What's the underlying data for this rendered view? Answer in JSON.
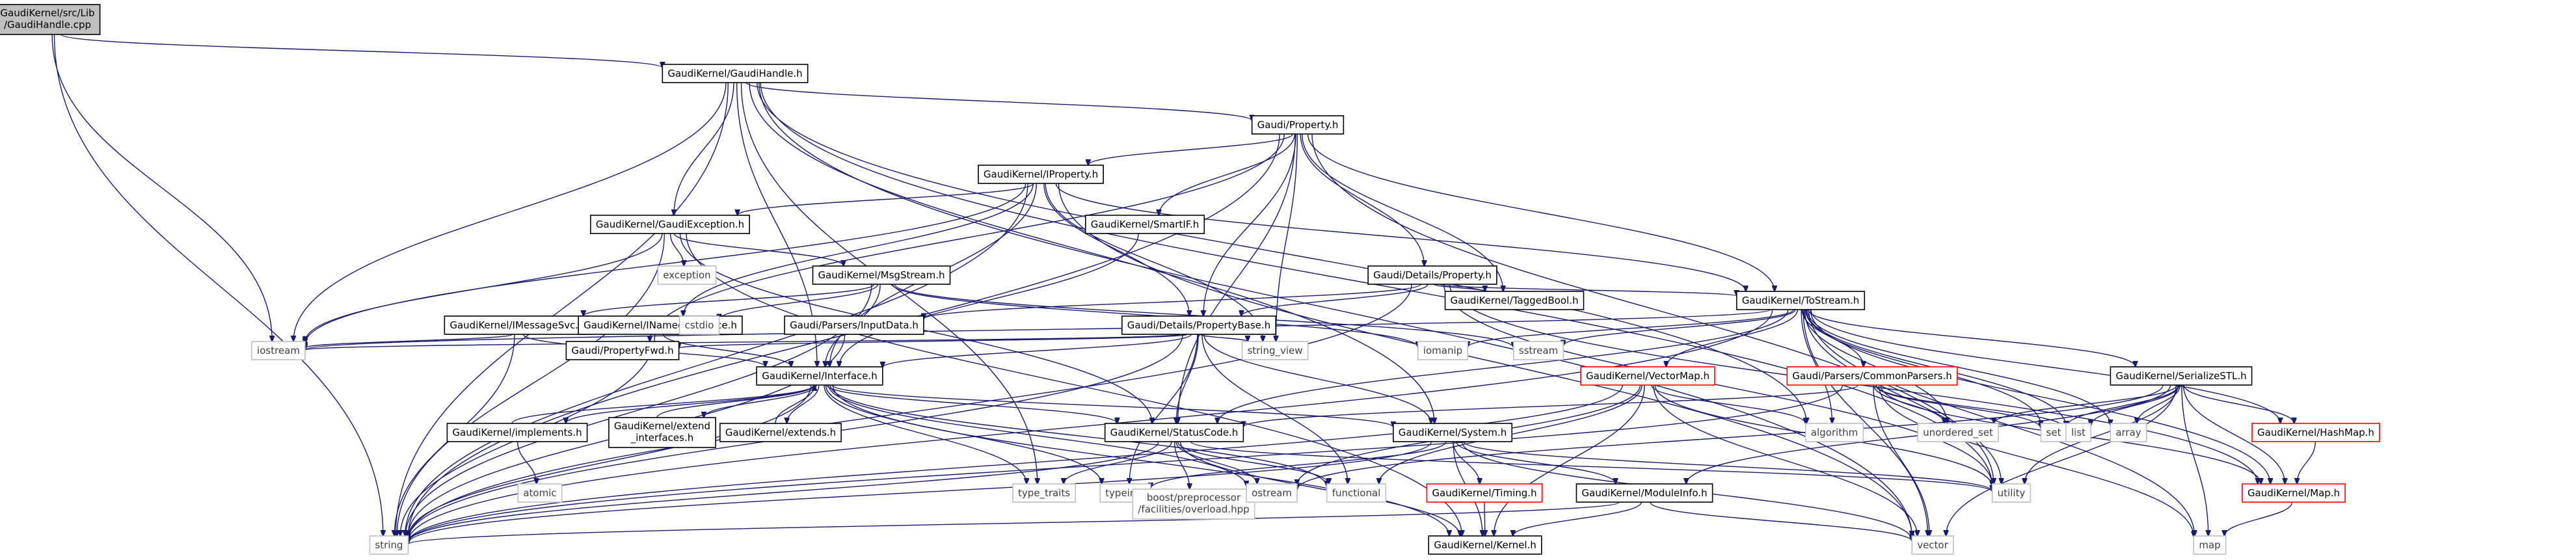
{
  "colors": {
    "node_border": "#000000",
    "node_fill": "#ffffff",
    "root_fill": "#bfbfbf",
    "system_border": "#bfbfbf",
    "system_text": "#3f3f3f",
    "missing_border": "#ff0000",
    "edge": "#191970"
  },
  "nodes": [
    {
      "id": "root",
      "lines": [
        "GaudiKernel/src/Lib",
        "/GaudiHandle.cpp"
      ],
      "kind": "root"
    },
    {
      "id": "gaudihandle",
      "lines": [
        "GaudiKernel/GaudiHandle.h"
      ],
      "kind": "normal"
    },
    {
      "id": "property",
      "lines": [
        "Gaudi/Property.h"
      ],
      "kind": "normal"
    },
    {
      "id": "iproperty",
      "lines": [
        "GaudiKernel/IProperty.h"
      ],
      "kind": "normal"
    },
    {
      "id": "gaudiexception",
      "lines": [
        "GaudiKernel/GaudiException.h"
      ],
      "kind": "normal"
    },
    {
      "id": "smartif",
      "lines": [
        "GaudiKernel/SmartIF.h"
      ],
      "kind": "normal"
    },
    {
      "id": "detailsproperty",
      "lines": [
        "Gaudi/Details/Property.h"
      ],
      "kind": "normal"
    },
    {
      "id": "msgstream",
      "lines": [
        "GaudiKernel/MsgStream.h"
      ],
      "kind": "normal"
    },
    {
      "id": "taggedbool",
      "lines": [
        "GaudiKernel/TaggedBool.h"
      ],
      "kind": "normal"
    },
    {
      "id": "tostream",
      "lines": [
        "GaudiKernel/ToStream.h"
      ],
      "kind": "normal"
    },
    {
      "id": "imessagesvc",
      "lines": [
        "GaudiKernel/IMessageSvc.h"
      ],
      "kind": "normal"
    },
    {
      "id": "inamedinterface",
      "lines": [
        "GaudiKernel/INamedInterface.h"
      ],
      "kind": "normal"
    },
    {
      "id": "inputdata",
      "lines": [
        "Gaudi/Parsers/InputData.h"
      ],
      "kind": "normal"
    },
    {
      "id": "propertybase",
      "lines": [
        "Gaudi/Details/PropertyBase.h"
      ],
      "kind": "normal"
    },
    {
      "id": "propertyfwd",
      "lines": [
        "Gaudi/PropertyFwd.h"
      ],
      "kind": "normal"
    },
    {
      "id": "interface",
      "lines": [
        "GaudiKernel/Interface.h"
      ],
      "kind": "normal"
    },
    {
      "id": "vectormap",
      "lines": [
        "GaudiKernel/VectorMap.h"
      ],
      "kind": "missing"
    },
    {
      "id": "commonparsers",
      "lines": [
        "Gaudi/Parsers/CommonParsers.h"
      ],
      "kind": "missing"
    },
    {
      "id": "serializestl",
      "lines": [
        "GaudiKernel/SerializeSTL.h"
      ],
      "kind": "normal"
    },
    {
      "id": "implements",
      "lines": [
        "GaudiKernel/implements.h"
      ],
      "kind": "normal"
    },
    {
      "id": "extend_interfaces",
      "lines": [
        "GaudiKernel/extend",
        "_interfaces.h"
      ],
      "kind": "normal"
    },
    {
      "id": "extends",
      "lines": [
        "GaudiKernel/extends.h"
      ],
      "kind": "normal"
    },
    {
      "id": "statuscode",
      "lines": [
        "GaudiKernel/StatusCode.h"
      ],
      "kind": "normal"
    },
    {
      "id": "system",
      "lines": [
        "GaudiKernel/System.h"
      ],
      "kind": "normal"
    },
    {
      "id": "hashmap",
      "lines": [
        "GaudiKernel/HashMap.h"
      ],
      "kind": "missing"
    },
    {
      "id": "timing",
      "lines": [
        "GaudiKernel/Timing.h"
      ],
      "kind": "missing"
    },
    {
      "id": "moduleinfo",
      "lines": [
        "GaudiKernel/ModuleInfo.h"
      ],
      "kind": "normal"
    },
    {
      "id": "gkmap",
      "lines": [
        "GaudiKernel/Map.h"
      ],
      "kind": "missing"
    },
    {
      "id": "kernel",
      "lines": [
        "GaudiKernel/Kernel.h"
      ],
      "kind": "normal"
    },
    {
      "id": "exception",
      "lines": [
        "exception"
      ],
      "kind": "system"
    },
    {
      "id": "cstdio",
      "lines": [
        "cstdio"
      ],
      "kind": "system"
    },
    {
      "id": "iostream",
      "lines": [
        "iostream"
      ],
      "kind": "system"
    },
    {
      "id": "string_view",
      "lines": [
        "string_view"
      ],
      "kind": "system"
    },
    {
      "id": "iomanip",
      "lines": [
        "iomanip"
      ],
      "kind": "system"
    },
    {
      "id": "sstream",
      "lines": [
        "sstream"
      ],
      "kind": "system"
    },
    {
      "id": "set",
      "lines": [
        "set"
      ],
      "kind": "system"
    },
    {
      "id": "algorithm",
      "lines": [
        "algorithm"
      ],
      "kind": "system"
    },
    {
      "id": "unordered_set",
      "lines": [
        "unordered_set"
      ],
      "kind": "system"
    },
    {
      "id": "list",
      "lines": [
        "list"
      ],
      "kind": "system"
    },
    {
      "id": "array",
      "lines": [
        "array"
      ],
      "kind": "system"
    },
    {
      "id": "atomic",
      "lines": [
        "atomic"
      ],
      "kind": "system"
    },
    {
      "id": "type_traits",
      "lines": [
        "type_traits"
      ],
      "kind": "system"
    },
    {
      "id": "typeinfo",
      "lines": [
        "typeinfo"
      ],
      "kind": "system"
    },
    {
      "id": "boostpp",
      "lines": [
        "boost/preprocessor",
        "/facilities/overload.hpp"
      ],
      "kind": "system"
    },
    {
      "id": "ostream",
      "lines": [
        "ostream"
      ],
      "kind": "system"
    },
    {
      "id": "functional",
      "lines": [
        "functional"
      ],
      "kind": "system"
    },
    {
      "id": "utility",
      "lines": [
        "utility"
      ],
      "kind": "system"
    },
    {
      "id": "vector",
      "lines": [
        "vector"
      ],
      "kind": "system"
    },
    {
      "id": "map",
      "lines": [
        "map"
      ],
      "kind": "system"
    },
    {
      "id": "string",
      "lines": [
        "string"
      ],
      "kind": "system"
    }
  ],
  "edges": [
    [
      "root",
      "gaudihandle"
    ],
    [
      "root",
      "iostream"
    ],
    [
      "root",
      "string"
    ],
    [
      "gaudihandle",
      "property"
    ],
    [
      "gaudihandle",
      "gaudiexception"
    ],
    [
      "gaudihandle",
      "interface"
    ],
    [
      "gaudihandle",
      "iostream"
    ],
    [
      "gaudihandle",
      "string"
    ],
    [
      "gaudihandle",
      "type_traits"
    ],
    [
      "gaudihandle",
      "vector"
    ],
    [
      "gaudihandle",
      "utility"
    ],
    [
      "gaudihandle",
      "algorithm"
    ],
    [
      "gaudihandle",
      "system"
    ],
    [
      "property",
      "iproperty"
    ],
    [
      "property",
      "smartif"
    ],
    [
      "property",
      "detailsproperty"
    ],
    [
      "property",
      "propertybase"
    ],
    [
      "property",
      "taggedbool"
    ],
    [
      "property",
      "tostream"
    ],
    [
      "property",
      "propertyfwd"
    ],
    [
      "property",
      "string"
    ],
    [
      "property",
      "string_view"
    ],
    [
      "property",
      "utility"
    ],
    [
      "property",
      "statuscode"
    ],
    [
      "iproperty",
      "gaudiexception"
    ],
    [
      "iproperty",
      "inamedinterface"
    ],
    [
      "iproperty",
      "interface"
    ],
    [
      "iproperty",
      "propertybase"
    ],
    [
      "iproperty",
      "tostream"
    ],
    [
      "iproperty",
      "iostream"
    ],
    [
      "iproperty",
      "string"
    ],
    [
      "iproperty",
      "string_view"
    ],
    [
      "iproperty",
      "vector"
    ],
    [
      "gaudiexception",
      "exception"
    ],
    [
      "gaudiexception",
      "msgstream"
    ],
    [
      "gaudiexception",
      "statuscode"
    ],
    [
      "gaudiexception",
      "iostream"
    ],
    [
      "gaudiexception",
      "string"
    ],
    [
      "gaudiexception",
      "kernel"
    ],
    [
      "smartif",
      "interface"
    ],
    [
      "detailsproperty",
      "inputdata"
    ],
    [
      "detailsproperty",
      "propertybase"
    ],
    [
      "detailsproperty",
      "taggedbool"
    ],
    [
      "detailsproperty",
      "tostream"
    ],
    [
      "detailsproperty",
      "string"
    ],
    [
      "detailsproperty",
      "utility"
    ],
    [
      "detailsproperty",
      "gkmap"
    ],
    [
      "msgstream",
      "cstdio"
    ],
    [
      "msgstream",
      "imessagesvc"
    ],
    [
      "msgstream",
      "interface"
    ],
    [
      "msgstream",
      "iomanip"
    ],
    [
      "msgstream",
      "sstream"
    ],
    [
      "msgstream",
      "string"
    ],
    [
      "imessagesvc",
      "interface"
    ],
    [
      "imessagesvc",
      "iostream"
    ],
    [
      "imessagesvc",
      "string"
    ],
    [
      "inamedinterface",
      "interface"
    ],
    [
      "inamedinterface",
      "string"
    ],
    [
      "inputdata",
      "string"
    ],
    [
      "propertybase",
      "propertyfwd"
    ],
    [
      "propertybase",
      "interface"
    ],
    [
      "propertybase",
      "statuscode"
    ],
    [
      "propertybase",
      "system"
    ],
    [
      "propertybase",
      "string_view"
    ],
    [
      "propertybase",
      "string"
    ],
    [
      "propertybase",
      "typeinfo"
    ],
    [
      "propertybase",
      "functional"
    ],
    [
      "propertybase",
      "iostream"
    ],
    [
      "tostream",
      "iomanip"
    ],
    [
      "tostream",
      "sstream"
    ],
    [
      "tostream",
      "vectormap"
    ],
    [
      "tostream",
      "commonparsers"
    ],
    [
      "tostream",
      "serializestl"
    ],
    [
      "tostream",
      "set"
    ],
    [
      "tostream",
      "algorithm"
    ],
    [
      "tostream",
      "unordered_set"
    ],
    [
      "tostream",
      "list"
    ],
    [
      "tostream",
      "array"
    ],
    [
      "tostream",
      "utility"
    ],
    [
      "tostream",
      "vector"
    ],
    [
      "tostream",
      "map"
    ],
    [
      "tostream",
      "hashmap"
    ],
    [
      "tostream",
      "gkmap"
    ],
    [
      "tostream",
      "string"
    ],
    [
      "tostream",
      "iostream"
    ],
    [
      "tostream",
      "statuscode"
    ],
    [
      "vectormap",
      "utility"
    ],
    [
      "vectormap",
      "vector"
    ],
    [
      "vectormap",
      "algorithm"
    ],
    [
      "vectormap",
      "functional"
    ],
    [
      "vectormap",
      "ostream"
    ],
    [
      "vectormap",
      "kernel"
    ],
    [
      "vectormap",
      "string"
    ],
    [
      "commonparsers",
      "set"
    ],
    [
      "commonparsers",
      "unordered_set"
    ],
    [
      "commonparsers",
      "list"
    ],
    [
      "commonparsers",
      "vector"
    ],
    [
      "commonparsers",
      "map"
    ],
    [
      "commonparsers",
      "gkmap"
    ],
    [
      "commonparsers",
      "statuscode"
    ],
    [
      "commonparsers",
      "string"
    ],
    [
      "serializestl",
      "array"
    ],
    [
      "serializestl",
      "list"
    ],
    [
      "serializestl",
      "map"
    ],
    [
      "serializestl",
      "set"
    ],
    [
      "serializestl",
      "unordered_set"
    ],
    [
      "serializestl",
      "utility"
    ],
    [
      "serializestl",
      "vector"
    ],
    [
      "serializestl",
      "hashmap"
    ],
    [
      "serializestl",
      "gkmap"
    ],
    [
      "serializestl",
      "ostream"
    ],
    [
      "serializestl",
      "moduleinfo"
    ],
    [
      "interface",
      "implements"
    ],
    [
      "interface",
      "extend_interfaces"
    ],
    [
      "interface",
      "extends"
    ],
    [
      "interface",
      "statuscode"
    ],
    [
      "interface",
      "system"
    ],
    [
      "interface",
      "kernel"
    ],
    [
      "interface",
      "ostream"
    ],
    [
      "interface",
      "type_traits"
    ],
    [
      "interface",
      "typeinfo"
    ],
    [
      "interface",
      "functional"
    ],
    [
      "interface",
      "string"
    ],
    [
      "implements",
      "interface"
    ],
    [
      "implements",
      "atomic"
    ],
    [
      "extend_interfaces",
      "interface"
    ],
    [
      "extends",
      "interface"
    ],
    [
      "statuscode",
      "boostpp"
    ],
    [
      "statuscode",
      "ostream"
    ],
    [
      "statuscode",
      "type_traits"
    ],
    [
      "statuscode",
      "functional"
    ],
    [
      "statuscode",
      "kernel"
    ],
    [
      "statuscode",
      "utility"
    ],
    [
      "statuscode",
      "string"
    ],
    [
      "system",
      "timing"
    ],
    [
      "system",
      "moduleinfo"
    ],
    [
      "system",
      "kernel"
    ],
    [
      "system",
      "string"
    ],
    [
      "system",
      "vector"
    ],
    [
      "system",
      "typeinfo"
    ],
    [
      "system",
      "utility"
    ],
    [
      "timing",
      "kernel"
    ],
    [
      "moduleinfo",
      "kernel"
    ],
    [
      "moduleinfo",
      "string"
    ],
    [
      "moduleinfo",
      "vector"
    ],
    [
      "hashmap",
      "gkmap"
    ],
    [
      "gkmap",
      "map"
    ]
  ]
}
